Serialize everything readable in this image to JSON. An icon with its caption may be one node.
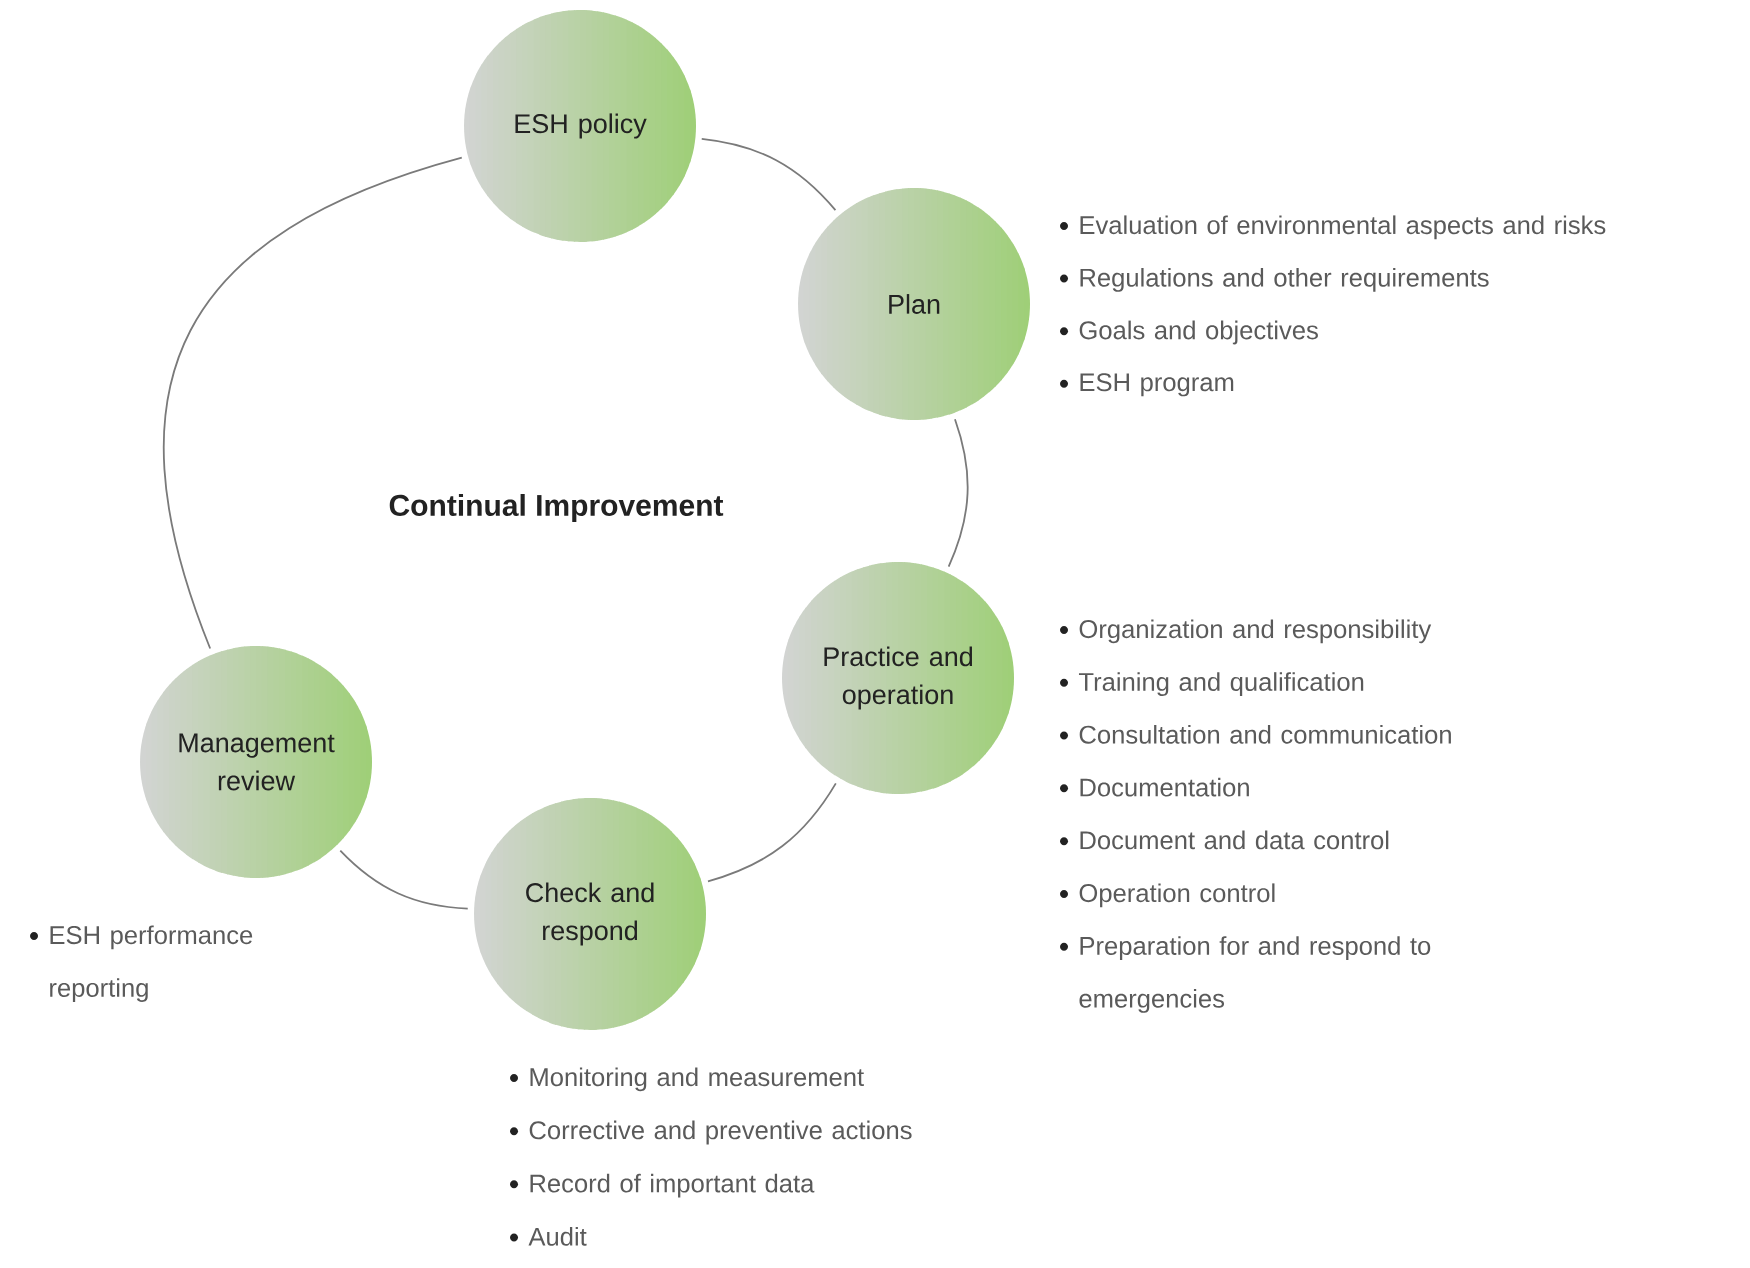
{
  "diagram": {
    "nodes": [
      {
        "text": [
          "ESH policy"
        ]
      },
      {
        "text": [
          "Plan"
        ],
        "beside": [
          "Evaluation of environmental aspects and risks",
          "Regulations and other requirements",
          "Goals and objectives",
          "ESH program"
        ]
      },
      {
        "text": [
          "Practice and operation"
        ],
        "beside": [
          "Organization and responsibility",
          "Training and qualification",
          "Consultation and communication",
          "Documentation",
          "Document and data control",
          "Operation control",
          "Preparation for and respond to emergencies"
        ]
      },
      {
        "text": [
          "Check and respond"
        ],
        "beside": [
          "Monitoring and measurement",
          "Corrective and preventive actions",
          "Record of important data",
          "Audit"
        ]
      },
      {
        "text": [
          "Management review"
        ]
      }
    ],
    "edges": [
      {
        "from": 0,
        "to": 1,
        "arrow": "none"
      },
      {
        "from": 1,
        "to": 2,
        "arrow": "none"
      },
      {
        "from": 2,
        "to": 3,
        "arrow": "none"
      },
      {
        "from": 3,
        "to": 4,
        "arrow": "none"
      },
      {
        "from": 4,
        "to": 0,
        "arrow": "none"
      }
    ],
    "labels": [
      "Continual Improvement",
      "ESH performance reporting"
    ]
  }
}
